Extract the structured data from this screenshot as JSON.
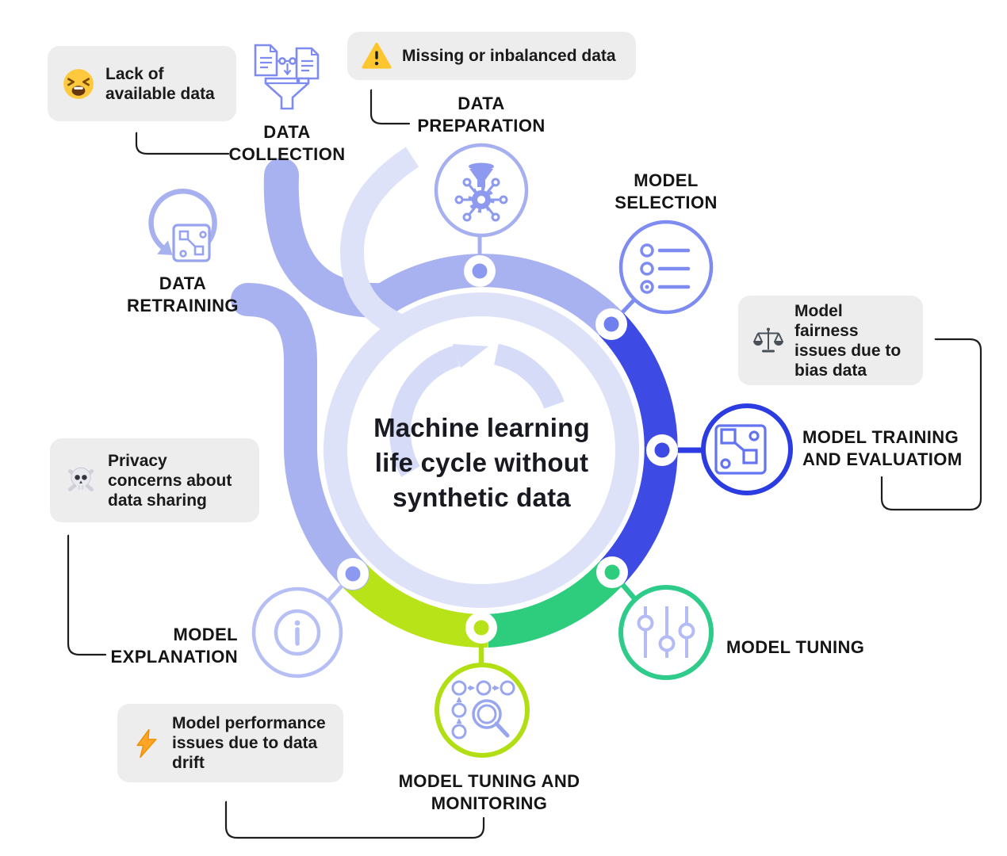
{
  "title": "Machine learning\nlife cycle without\nsynthetic data",
  "stages": {
    "collection": "DATA\nCOLLECTION",
    "preparation": "DATA\nPREPARATION",
    "selection": "MODEL\nSELECTION",
    "training": "MODEL TRAINING\nAND EVALUATIOM",
    "tuning": "MODEL TUNING",
    "monitoring": "MODEL TUNING AND\nMONITORING",
    "explanation": "MODEL\nEXPLANATION",
    "retraining": "DATA\nRETRAINING"
  },
  "callouts": {
    "lack": "Lack of available data",
    "missing": "Missing or inbalanced data",
    "fairness": "Model fairness issues due to bias data",
    "privacy": "Privacy concerns about data sharing",
    "performance": "Model performance issues due to data drift"
  },
  "icons": {
    "lack": "tired-face-emoji",
    "missing": "warning-emoji",
    "fairness": "balance-scales-emoji",
    "privacy": "skull-crossbones-emoji",
    "performance": "lightning-emoji",
    "collection": "documents-merge-funnel",
    "preparation": "funnel-machine",
    "selection": "radio-list",
    "training": "model-nodes-square",
    "tuning": "sliders",
    "monitoring": "flow-magnifier",
    "explanation": "info-circle",
    "retraining": "refresh-model"
  },
  "colors": {
    "periwinkle": "#a8b2f0",
    "pale_ring": "#dde2f9",
    "arrow_glyph": "#d6dcf7",
    "blue": "#3d4be4",
    "green": "#2ecd7e",
    "lime": "#b7e318",
    "callout_bg": "#ededed",
    "text": "#161616"
  }
}
